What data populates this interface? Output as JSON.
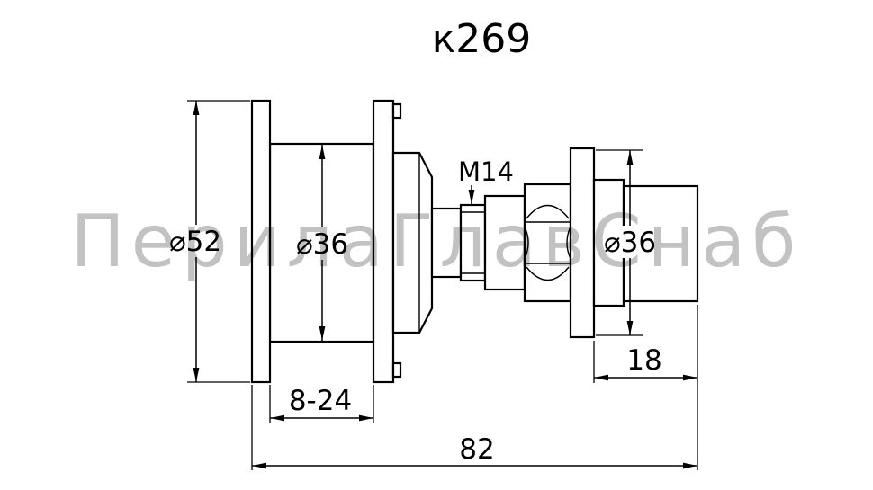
{
  "title": "к269",
  "watermark": "ПерилаГлавСнаб",
  "dimensions": {
    "flange_diameter": "⌀52",
    "cylinder_diameter": "⌀36",
    "thread_size": "M14",
    "washer_diameter": "⌀36",
    "end_length": "18",
    "clamp_range": "8-24",
    "overall_length": "82"
  },
  "colors": {
    "line": "#000000",
    "background": "#ffffff",
    "watermark": "#c2c2c2"
  }
}
